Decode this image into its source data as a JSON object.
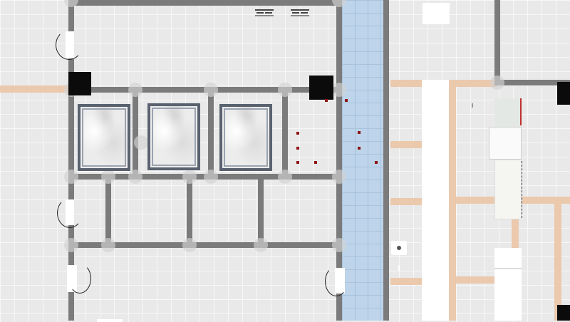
{
  "app": {
    "view": "floor-plan-editor"
  },
  "layers": [
    "walls",
    "beams",
    "columns",
    "doors",
    "fixtures",
    "ventilation"
  ],
  "colors": {
    "background": "#e9e9e9",
    "grid": "#f7f7f7",
    "wall": "#7b7b7b",
    "beam": "#ebc9ad",
    "column": "#0b0b0b",
    "corridor": "#bdd4ea",
    "point_marker": "#8e1414",
    "tile_frame": "#5a6270"
  },
  "icons": [
    "door-swing-icon",
    "vent-icon",
    "drain-icon",
    "marble-panel-icon"
  ]
}
